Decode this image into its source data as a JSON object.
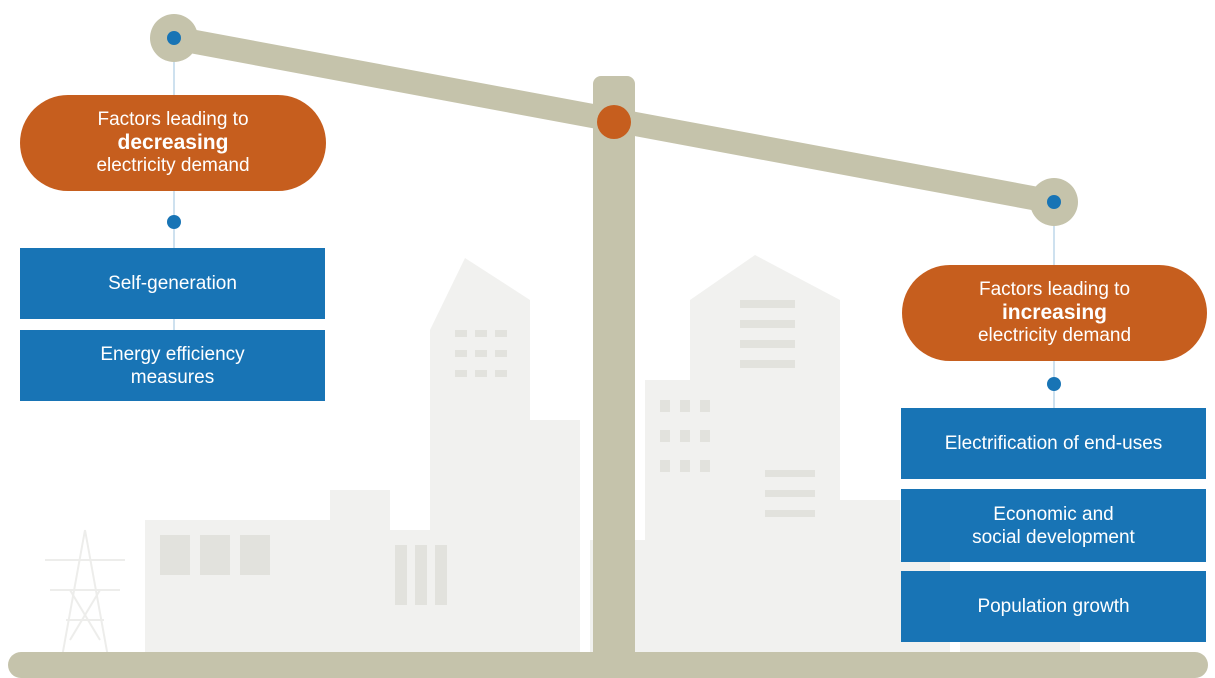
{
  "left_group": {
    "heading": {
      "line1": "Factors leading to",
      "emphasis": "decreasing",
      "line3": "electricity demand"
    },
    "items": [
      {
        "line1": "Self-generation",
        "line2": ""
      },
      {
        "line1": "Energy efficiency",
        "line2": "measures"
      }
    ]
  },
  "right_group": {
    "heading": {
      "line1": "Factors leading to",
      "emphasis": "increasing",
      "line3": "electricity demand"
    },
    "items": [
      {
        "line1": "Electrification of end-uses",
        "line2": ""
      },
      {
        "line1": "Economic and",
        "line2": "social development"
      },
      {
        "line1": "Population growth",
        "line2": ""
      }
    ]
  },
  "colors": {
    "scale": "#c5c3ab",
    "heading_fill": "#c65e1e",
    "item_fill": "#1874b5",
    "dot": "#1874b5",
    "background_buildings": "#f1f1ef"
  }
}
